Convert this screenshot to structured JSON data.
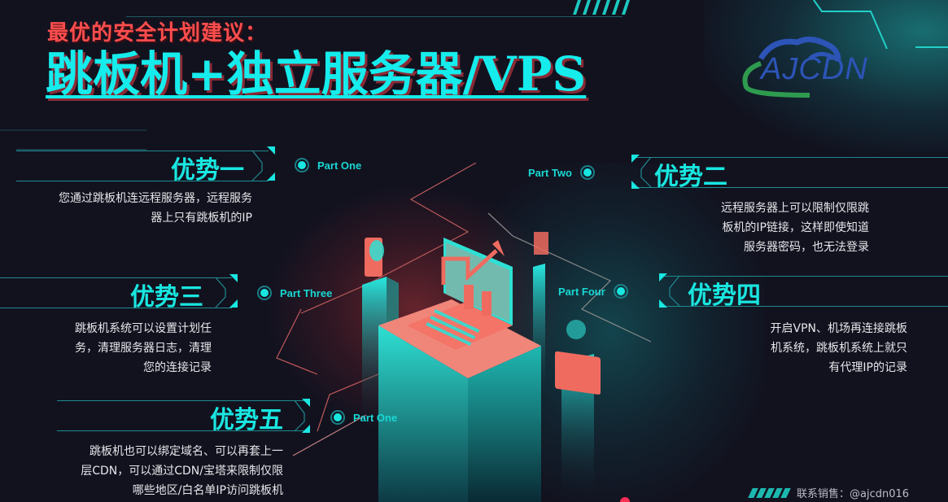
{
  "header": {
    "subtitle": "最优的安全计划建议：",
    "title": "跳板机+独立服务器/VPS"
  },
  "logo": {
    "text": "AJCDN",
    "icon": "cloud-logo-icon"
  },
  "sections": [
    {
      "label": "优势一",
      "part": "Part One",
      "desc": [
        "您通过跳板机连远程服务器，远程服务",
        "器上只有跳板机的IP"
      ]
    },
    {
      "label": "优势二",
      "part": "Part Two",
      "desc": [
        "远程服务器上可以限制仅限跳",
        "板机的IP链接，这样即使知道",
        "服务器密码，也无法登录"
      ]
    },
    {
      "label": "优势三",
      "part": "Part Three",
      "desc": [
        "跳板机系统可以设置计划任",
        "务，清理服务器日志，清理",
        "您的连接记录"
      ]
    },
    {
      "label": "优势四",
      "part": "Part Four",
      "desc": [
        "开启VPN、机场再连接跳板",
        "机系统，跳板机系统上就只",
        "有代理IP的记录"
      ]
    },
    {
      "label": "优势五",
      "part": "Part One",
      "desc": [
        "跳板机也可以绑定域名、可以再套上一",
        "层CDN，可以通过CDN/宝塔来限制仅限",
        "哪些地区/白名单IP访问跳板机"
      ]
    }
  ],
  "footer": {
    "contact": "联系销售：@ajcdn016"
  },
  "colors": {
    "background": "#12121f",
    "accent_teal": "#19e6e0",
    "accent_red": "#ff4d4d",
    "logo_blue": "#2d54b7",
    "logo_green": "#2e9b4f"
  }
}
